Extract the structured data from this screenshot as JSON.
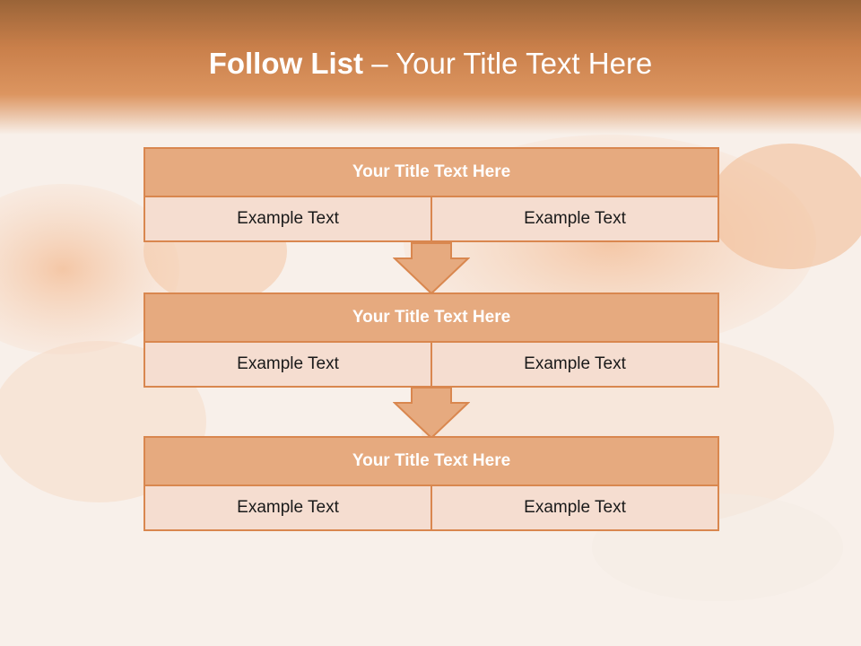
{
  "slide": {
    "title_bold": "Follow List",
    "title_rest": " – Your Title Text Here"
  },
  "blocks": [
    {
      "title": "Your Title Text Here",
      "left": "Example Text",
      "right": "Example Text"
    },
    {
      "title": "Your Title Text Here",
      "left": "Example Text",
      "right": "Example Text"
    },
    {
      "title": "Your Title Text Here",
      "left": "Example Text",
      "right": "Example Text"
    }
  ],
  "colors": {
    "accent": "#d9874f",
    "header_fill": "#e6aa7f",
    "cell_fill": "#f5ddd0"
  }
}
